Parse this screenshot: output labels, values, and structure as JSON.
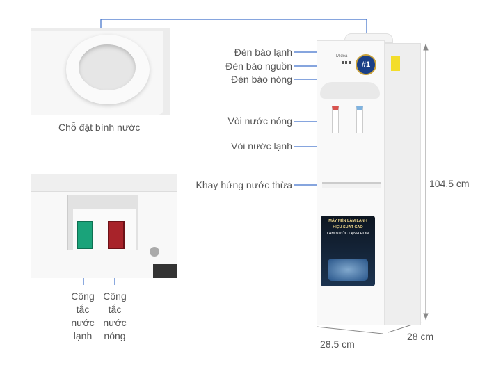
{
  "callouts": {
    "bottle_seat": "Chỗ đặt bình nước",
    "cold_light": "Đèn báo lạnh",
    "power_light": "Đèn báo nguồn",
    "hot_light": "Đèn báo nóng",
    "hot_tap": "Vòi nước nóng",
    "cold_tap": "Vòi nước lạnh",
    "drip_tray": "Khay hứng nước thừa",
    "cold_switch": [
      "Công",
      "tắc",
      "nước",
      "lạnh"
    ],
    "hot_switch": [
      "Công",
      "tắc",
      "nước",
      "nóng"
    ]
  },
  "dimensions": {
    "height": "104.5 cm",
    "width": "28.5 cm",
    "depth": "28 cm"
  },
  "product": {
    "brand": "Midea",
    "badge": "#1",
    "sticker": [
      "MÁY NÉN LÀM LẠNH",
      "HIỆU SUẤT CAO",
      "LÀM NƯỚC LẠNH HƠN"
    ]
  },
  "colors": {
    "line": "#3d6fc9",
    "cold_switch": "#1aa37a",
    "hot_switch": "#a8232a"
  }
}
